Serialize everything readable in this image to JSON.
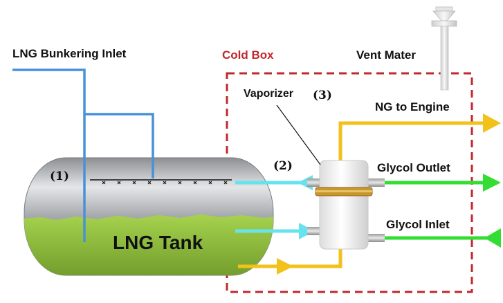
{
  "labels": {
    "bunkering_inlet": "LNG Bunkering Inlet",
    "cold_box": "Cold Box",
    "vent_mast": "Vent Mater",
    "vaporizer": "Vaporizer",
    "marker_1": "(1)",
    "marker_2": "(2)",
    "marker_3": "(3)",
    "ng_to_engine": "NG to Engine",
    "glycol_outlet": "Glycol Outlet",
    "glycol_inlet": "Glycol Inlet",
    "lng_tank": "LNG Tank"
  },
  "colors": {
    "bunkering_line": "#4a90d9",
    "cold_box_border": "#c0282d",
    "ng_line": "#f2c21b",
    "glycol_line": "#33dd33",
    "lng_liquid": "#9ccc4a",
    "tank_shell": "#b5b8bb",
    "vapor_return": "#66e3ef",
    "cold_box_label": "#c0282d"
  }
}
